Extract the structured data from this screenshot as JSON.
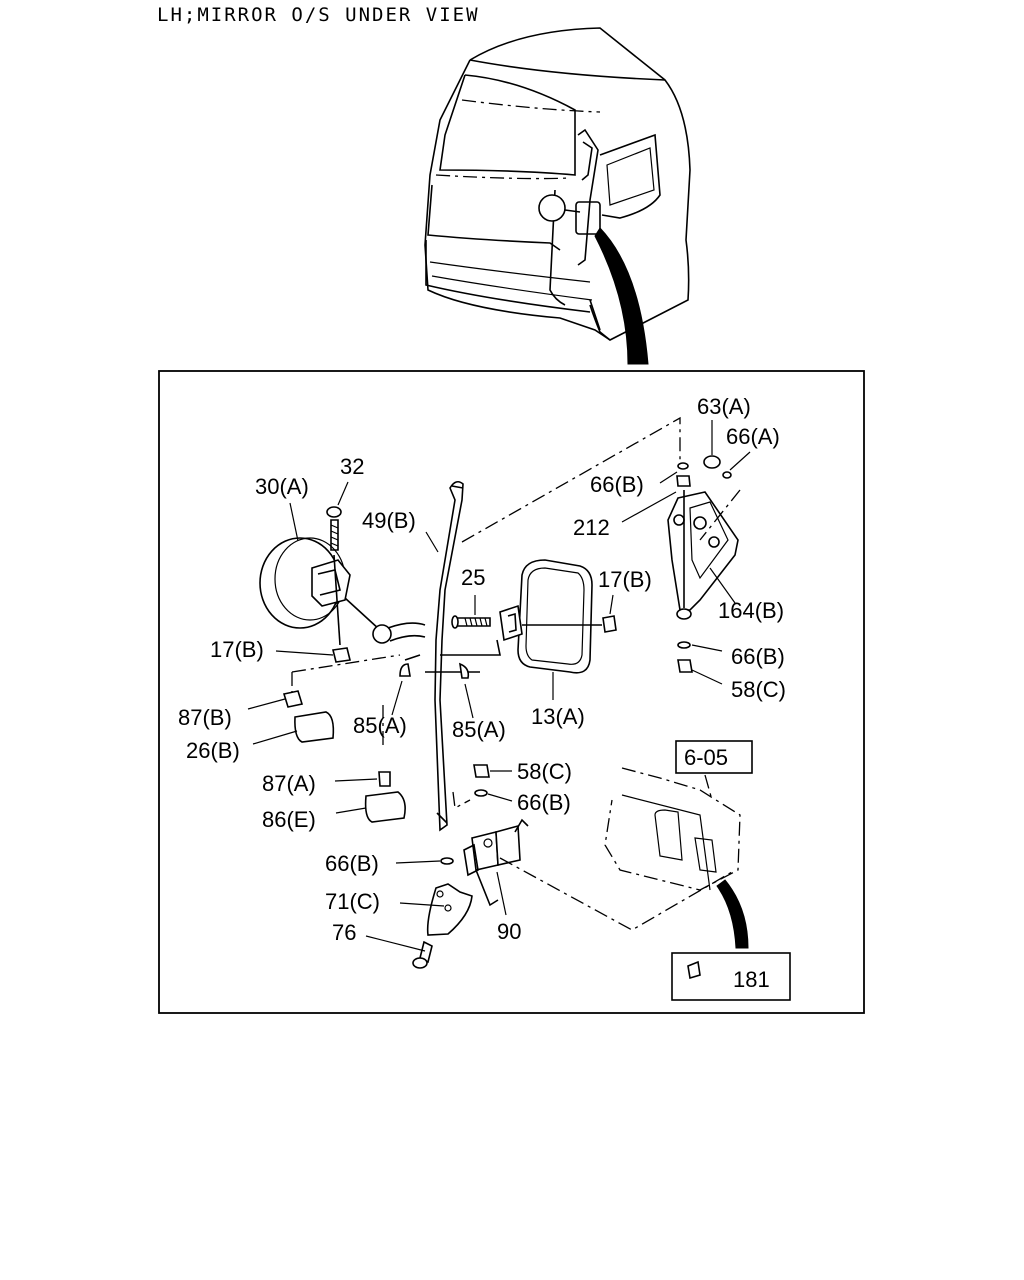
{
  "title": "LH;MIRROR O/S UNDER VIEW",
  "callouts": {
    "c63A": "63(A)",
    "c66A": "66(A)",
    "c66B_top": "66(B)",
    "c212": "212",
    "c164B": "164(B)",
    "c66B_mid": "66(B)",
    "c58C_mid": "58(C)",
    "c32": "32",
    "c30A": "30(A)",
    "c49B": "49(B)",
    "c25": "25",
    "c17B_right": "17(B)",
    "c17B_left": "17(B)",
    "c87B": "87(B)",
    "c26B": "26(B)",
    "c85A_left": "85(A)",
    "c85A_right": "85(A)",
    "c13A": "13(A)",
    "c87A": "87(A)",
    "c86E": "86(E)",
    "c58C_low": "58(C)",
    "c66B_low": "66(B)",
    "c66B_bot": "66(B)",
    "c71C": "71(C)",
    "c76": "76",
    "c90": "90",
    "ref605": "6-05",
    "ref181": "181"
  }
}
